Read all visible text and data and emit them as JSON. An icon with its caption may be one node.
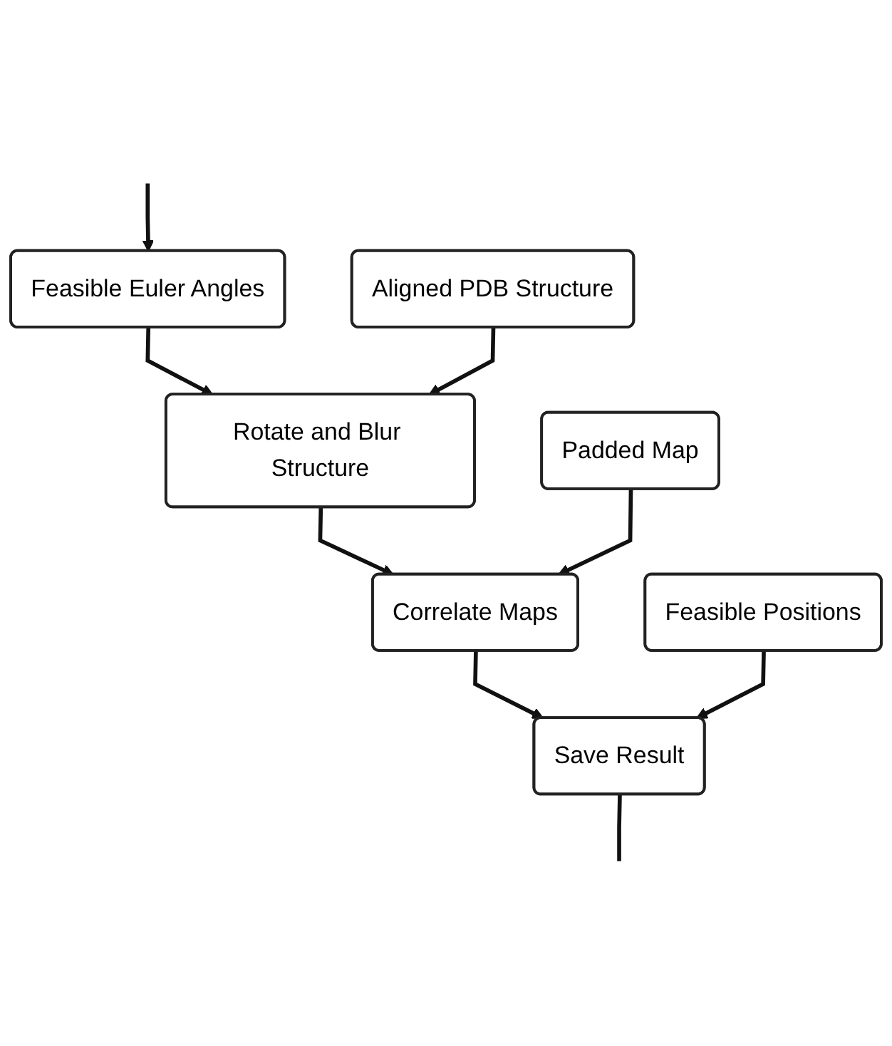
{
  "diagram": {
    "nodes": [
      {
        "text": [
          "Feasible Euler Angles"
        ]
      },
      {
        "text": [
          "Aligned PDB Structure"
        ]
      },
      {
        "text": [
          "Rotate and Blur Structure"
        ]
      },
      {
        "text": [
          "Padded Map"
        ]
      },
      {
        "text": [
          "Correlate Maps"
        ]
      },
      {
        "text": [
          "Feasible Positions"
        ]
      },
      {
        "text": [
          "Save Result"
        ]
      }
    ],
    "edges": [
      {
        "from": null,
        "to": 0,
        "arrow": "to"
      },
      {
        "from": 0,
        "to": 2,
        "arrow": "to"
      },
      {
        "from": 1,
        "to": 2,
        "arrow": "to"
      },
      {
        "from": 2,
        "to": 4,
        "arrow": "to"
      },
      {
        "from": 3,
        "to": 4,
        "arrow": "to"
      },
      {
        "from": 4,
        "to": 6,
        "arrow": "to"
      },
      {
        "from": 5,
        "to": 6,
        "arrow": "to"
      },
      {
        "from": 6,
        "to": null,
        "arrow": "none"
      }
    ]
  }
}
